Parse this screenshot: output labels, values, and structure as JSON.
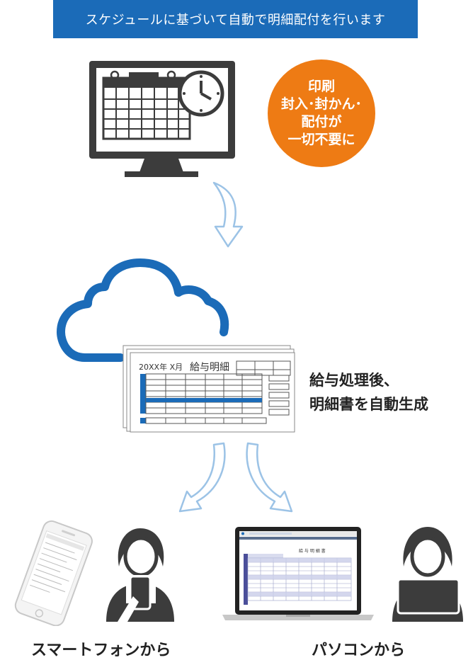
{
  "banner": {
    "text": "スケジュールに基づいて自動で明細配付を行います"
  },
  "badge": {
    "lines": [
      "印刷",
      "封入･封かん･",
      "配付が",
      "一切不要に"
    ]
  },
  "slip": {
    "title_prefix": "20XX年 X月",
    "title_main": "給与明細"
  },
  "caption": {
    "line1": "給与処理後、",
    "line2": "明細書を自動生成"
  },
  "labels": {
    "smartphone": "スマートフォンから",
    "pc": "パソコンから"
  },
  "laptop_screen": {
    "doc_title": "給 与 明 細 書"
  },
  "colors": {
    "banner": "#1b6bb8",
    "badge": "#ee7b14",
    "cloud": "#1b6bb8",
    "arrow": "#9cc3e6",
    "dark": "#3c3c3c"
  },
  "icons": [
    "monitor-icon",
    "calendar-icon",
    "clock-icon",
    "cloud-icon",
    "payslip-icon",
    "smartphone-icon",
    "person-icon",
    "laptop-icon"
  ]
}
